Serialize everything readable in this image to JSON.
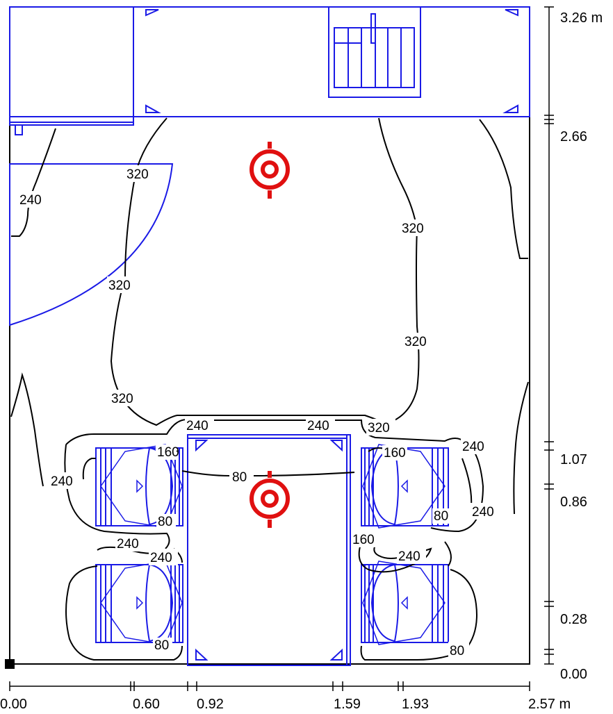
{
  "x_axis": {
    "ticks": [
      "0.00",
      "0.60",
      "0.92",
      "1.59",
      "1.93"
    ],
    "end_label": "2.57 m"
  },
  "y_axis": {
    "ticks": [
      "3.26 m",
      "2.66",
      "1.07",
      "0.86",
      "0.28",
      "0.00"
    ]
  },
  "isolines": {
    "top_left_320": "320",
    "left_240": "240",
    "mid_left_320": "320",
    "right_320_a": "320",
    "right_320_b": "320",
    "lower_left_320": "320",
    "table_240_a": "240",
    "table_240_b": "240",
    "table_320": "320",
    "right_240_a": "240",
    "right_160_a": "160",
    "left_240_chairs": "240",
    "left_160_chair": "160",
    "center_80": "80",
    "left_80_b": "80",
    "right_80_b": "80",
    "right_240_b": "240",
    "mid_240_a": "240",
    "mid_240_b": "240",
    "right_160_b": "160",
    "right_240_c": "240",
    "left_80_c": "80",
    "right_80_c": "80"
  },
  "colors": {
    "walls": "#000000",
    "furniture": "#1a1ae6",
    "luminaire": "#e01010"
  },
  "icons": {
    "luminaire": "target-ring-icon",
    "origin": "origin-square-icon"
  }
}
